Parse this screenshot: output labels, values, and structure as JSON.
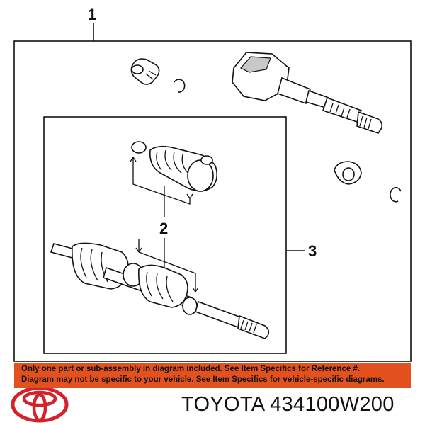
{
  "callouts": {
    "c1": "1",
    "c2": "2",
    "c3": "3"
  },
  "notice": {
    "line1": "Only one part or sub-assembly in diagram included. See Item Specifics for Reference #.",
    "line2": "Diagram may not be specific to your vehicle. See Item Specifics for vehicle-specific diagrams.",
    "color": "#e3521e"
  },
  "footer": {
    "brand": "TOYOTA",
    "part_number": "434100W200"
  },
  "logo": {
    "icon": "toyota-logo-icon",
    "color": "#d3232a"
  }
}
